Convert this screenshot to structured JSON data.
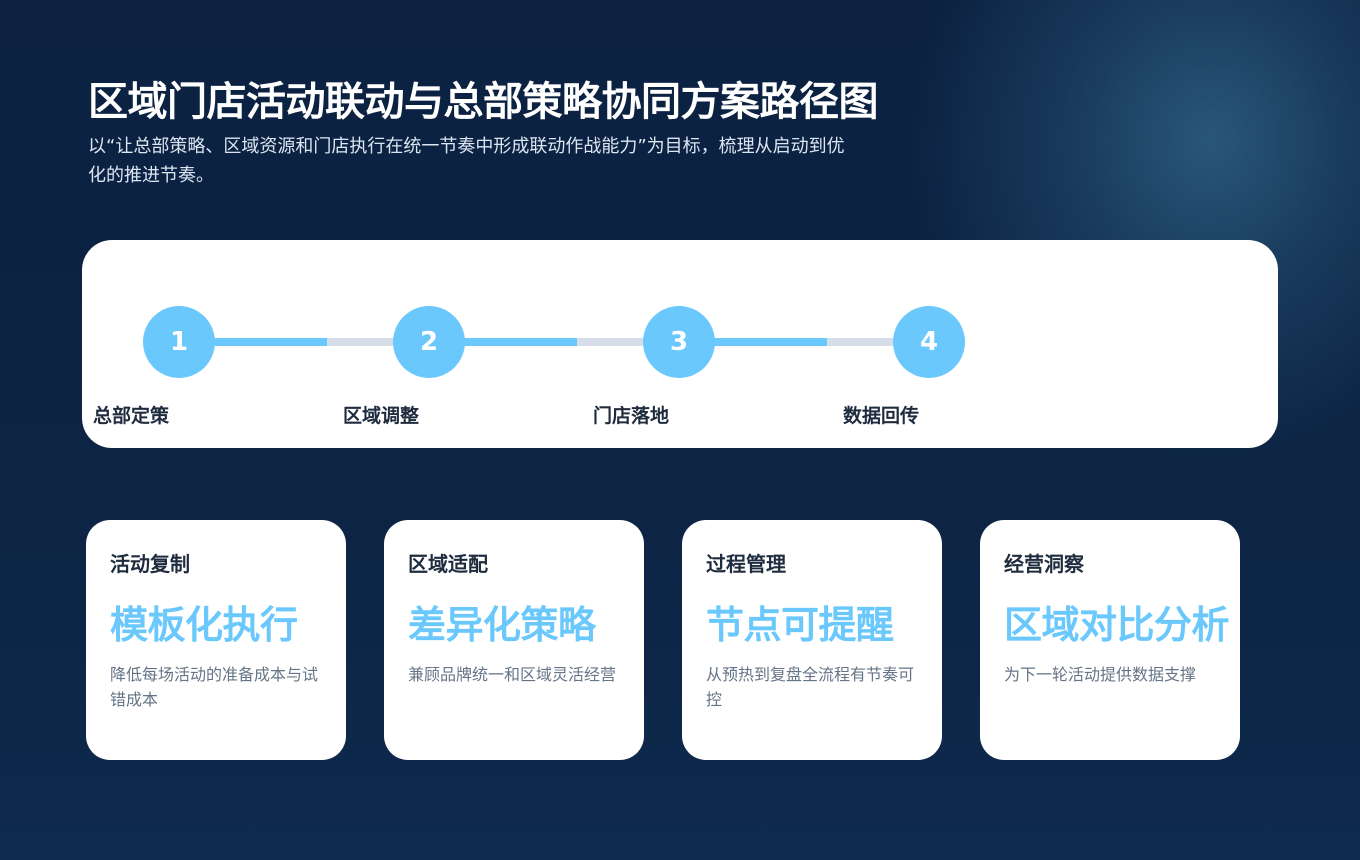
{
  "header": {
    "title": "区域门店活动联动与总部策略协同方案路径图",
    "subtitle": "以“让总部策略、区域资源和门店执行在统一节奏中形成联动作战能力”为目标，梳理从启动到优化的推进节奏。"
  },
  "colors": {
    "accent": "#6ac8fc",
    "track": "#d5dee9",
    "background": "#0c2141",
    "card": "#ffffff",
    "heading_text": "#1f2b3e",
    "body_text": "#667487"
  },
  "steps": [
    {
      "number": "1",
      "label": "总部定策",
      "progress_pct": 59
    },
    {
      "number": "2",
      "label": "区域调整",
      "progress_pct": 59
    },
    {
      "number": "3",
      "label": "门店落地",
      "progress_pct": 59
    },
    {
      "number": "4",
      "label": "数据回传"
    }
  ],
  "features": [
    {
      "title": "活动复制",
      "highlight": "模板化执行",
      "description": "降低每场活动的准备成本与试错成本"
    },
    {
      "title": "区域适配",
      "highlight": "差异化策略",
      "description": "兼顾品牌统一和区域灵活经营"
    },
    {
      "title": "过程管理",
      "highlight": "节点可提醒",
      "description": "从预热到复盘全流程有节奏可控"
    },
    {
      "title": "经营洞察",
      "highlight": "区域对比分析",
      "description": "为下一轮活动提供数据支撑"
    }
  ]
}
